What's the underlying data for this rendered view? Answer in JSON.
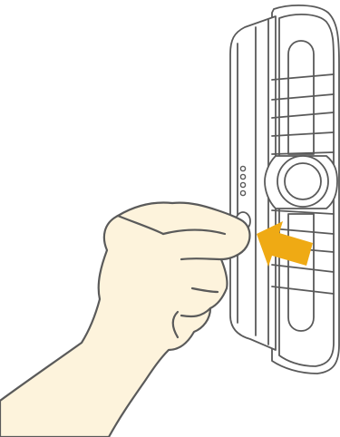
{
  "illustration": {
    "device": "wall-mounted-device-side-view",
    "action": "finger-press-side-button",
    "indicator_lights": 4,
    "colors": {
      "outline": "#5a5a5a",
      "device_fill": "#ffffff",
      "skin": "#fdf3dc",
      "arrow": "#efaa14"
    },
    "icons": [
      "hand-icon",
      "arrow-icon",
      "device-icon",
      "button-icon",
      "led-icon"
    ]
  }
}
